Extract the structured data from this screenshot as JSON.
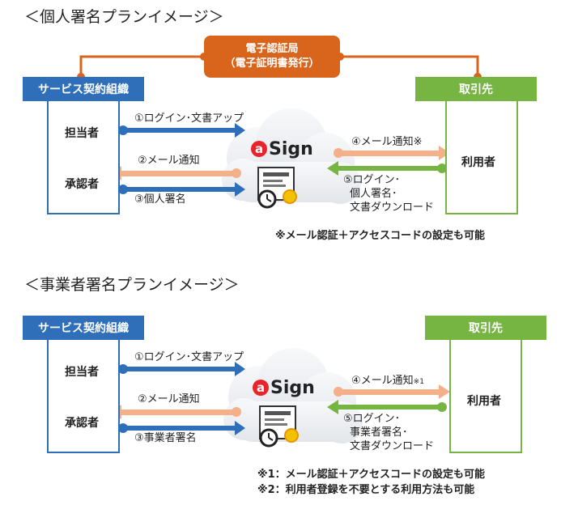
{
  "sec1": {
    "title": "＜個人署名プランイメージ＞",
    "ca_line1": "電子認証局",
    "ca_line2": "（電子証明書発行）",
    "left_header": "サービス契約組織",
    "right_header": "取引先",
    "actor_tanto": "担当者",
    "actor_shonin": "承認者",
    "actor_riyo": "利用者",
    "step1": "①ログイン･文書アップ",
    "step2": "②メール通知",
    "step3": "③個人署名",
    "step4": "④メール通知※",
    "step5_l1": "⑤ログイン･",
    "step5_l2": "個人署名･",
    "step5_l3": "文書ダウンロード",
    "logo_mark": "a",
    "logo_text": "Sign",
    "note": "※メール認証＋アクセスコードの設定も可能"
  },
  "sec2": {
    "title": "＜事業者署名プランイメージ＞",
    "left_header": "サービス契約組織",
    "right_header": "取引先",
    "actor_tanto": "担当者",
    "actor_shonin": "承認者",
    "actor_riyo": "利用者",
    "step1": "①ログイン･文書アップ",
    "step2": "②メール通知",
    "step3": "③事業者署名",
    "step4": "④メール通知",
    "step4_sup": "※1",
    "step5_l1": "⑤ログイン･",
    "step5_l2": "事業者署名･",
    "step5_l3": "文書ダウンロード",
    "logo_mark": "a",
    "logo_text": "Sign",
    "note1": "※1：メール認証＋アクセスコードの設定も可能",
    "note2": "※2：利用者登録を不要とする利用方法も可能"
  },
  "colors": {
    "blue": "#2f6fb9",
    "green": "#76b542",
    "orange": "#d9641c",
    "peach": "#f3b089",
    "cloud": "#eef0f3"
  }
}
